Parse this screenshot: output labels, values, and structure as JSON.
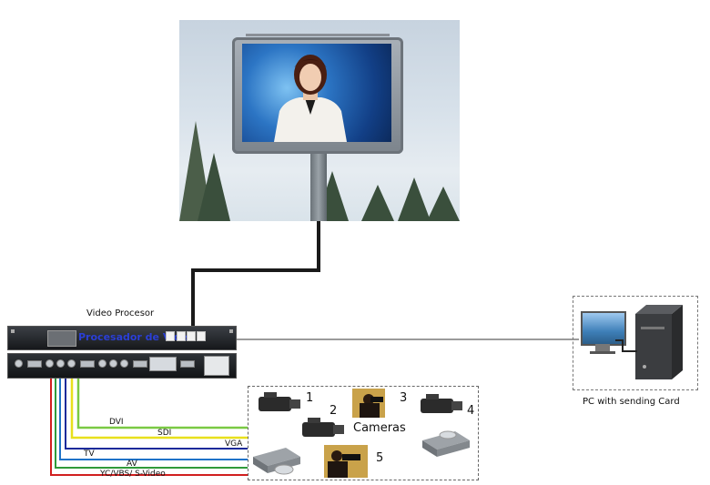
{
  "diagram": {
    "processor": {
      "title": "Video Procesor",
      "brand": "Procesador de Video"
    },
    "cables": [
      {
        "label": "DVI",
        "color": "#7ac943"
      },
      {
        "label": "SDI",
        "color": "#e8e01c"
      },
      {
        "label": "VGA",
        "color": "#1a2a9a"
      },
      {
        "label": "TV",
        "color": "#1f73c8"
      },
      {
        "label": "AV",
        "color": "#2f9a3a"
      },
      {
        "label": "YC/VBS/ S-Video",
        "color": "#d11f1f"
      }
    ],
    "pc": {
      "caption": "PC with sending Card"
    },
    "cameras": {
      "label": "Cameras",
      "numbers": [
        "1",
        "2",
        "3",
        "4",
        "5"
      ]
    },
    "colors": {
      "billboard_cable": "#1a1a1a",
      "pc_link": "#7a7a7a",
      "processor_brand": "#2a3fd6"
    }
  }
}
